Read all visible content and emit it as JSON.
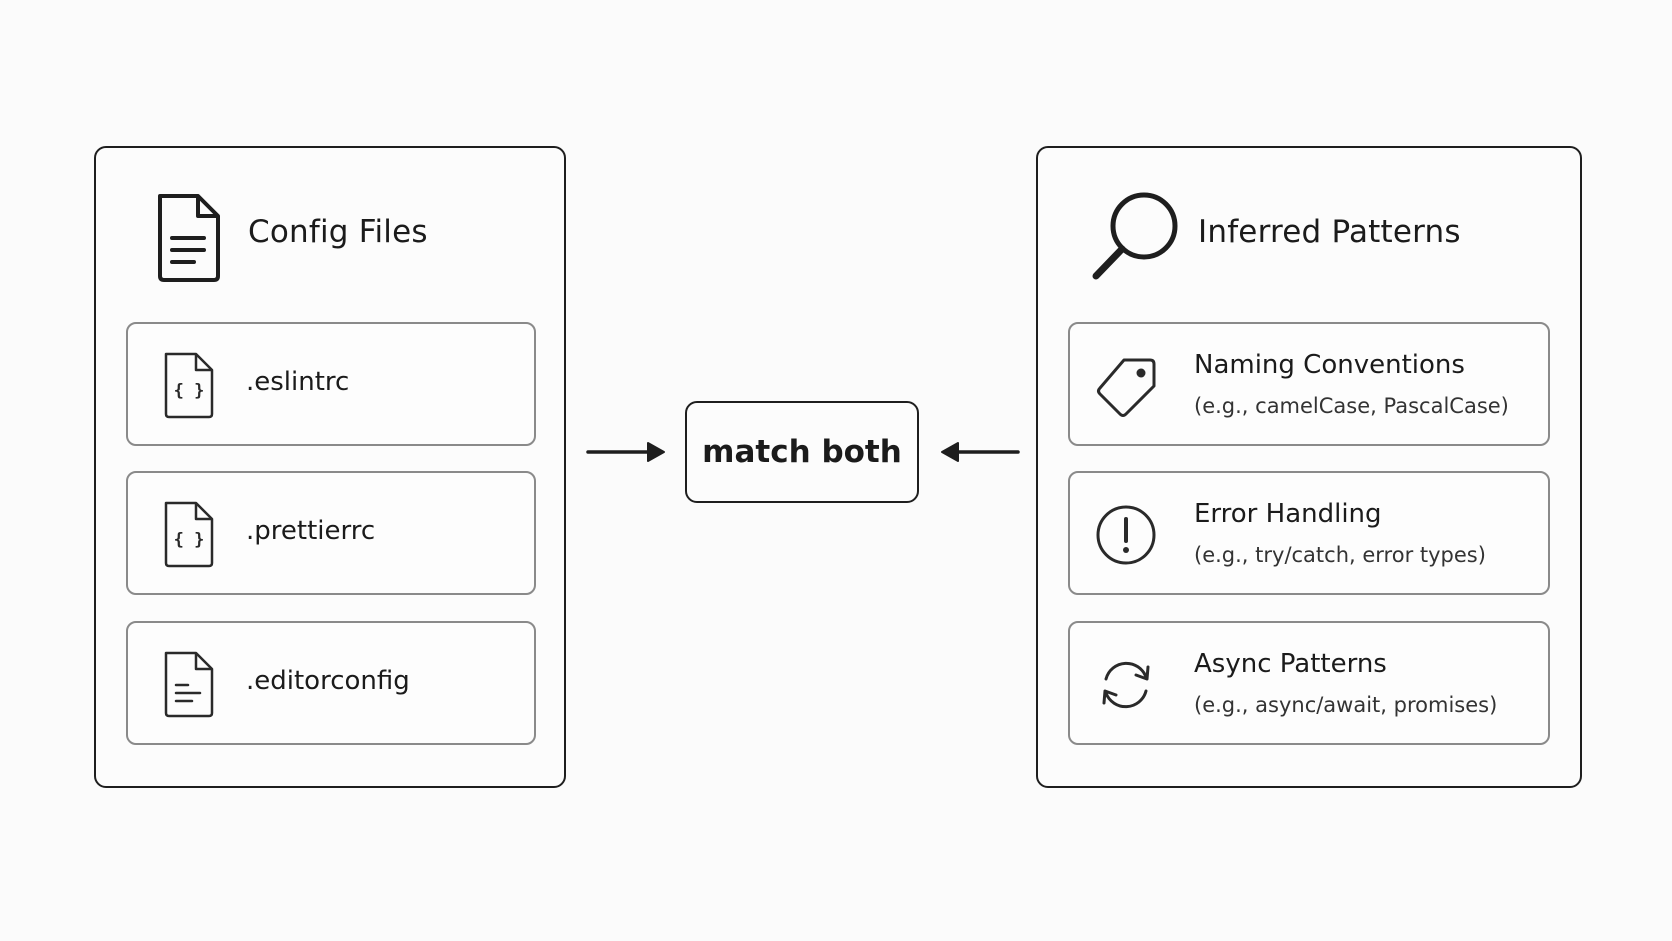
{
  "config_panel": {
    "title": "Config Files",
    "icon": "document-icon",
    "items": [
      {
        "label": ".eslintrc",
        "icon": "json-file-icon"
      },
      {
        "label": ".prettierrc",
        "icon": "json-file-icon"
      },
      {
        "label": ".editorconfig",
        "icon": "text-file-icon"
      }
    ]
  },
  "center": {
    "label": "match both"
  },
  "patterns_panel": {
    "title": "Inferred Patterns",
    "icon": "magnifier-icon",
    "items": [
      {
        "title": "Naming Conventions",
        "subtitle": "(e.g., camelCase, PascalCase)",
        "icon": "tag-icon"
      },
      {
        "title": "Error Handling",
        "subtitle": "(e.g., try/catch, error types)",
        "icon": "alert-circle-icon"
      },
      {
        "title": "Async Patterns",
        "subtitle": "(e.g., async/await, promises)",
        "icon": "refresh-icon"
      }
    ]
  },
  "colors": {
    "stroke": "#1e1e1e",
    "item_border": "#8a8a8a",
    "background": "#fbfbfb"
  }
}
